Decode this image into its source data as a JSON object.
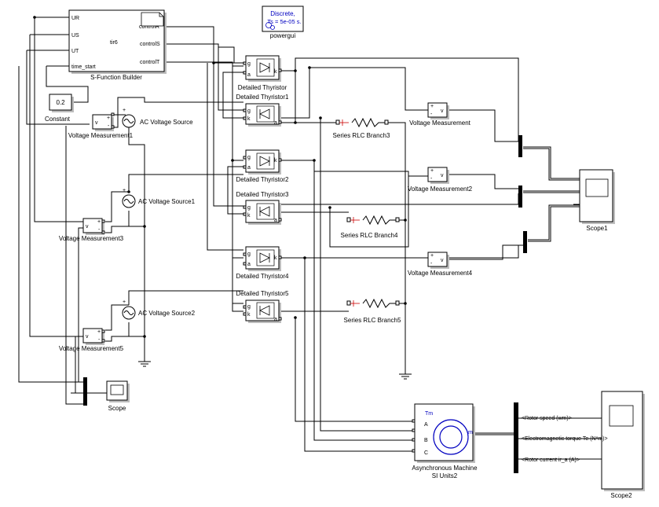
{
  "sfunction": {
    "inputs": [
      "UR",
      "US",
      "UT",
      "time_start"
    ],
    "outputs": [
      "controlR",
      "controlS",
      "controlT"
    ],
    "name": "tir6",
    "label": "S-Function Builder"
  },
  "powergui": {
    "line1": "Discrete,",
    "line2": "Ts = 5e-05 s.",
    "label": "powergui"
  },
  "constant": {
    "value": "0.2",
    "label": "Constant"
  },
  "sources": [
    "AC Voltage Source",
    "AC Voltage Source1",
    "AC Voltage Source2"
  ],
  "vm_left": [
    "Voltage Measurement1",
    "Voltage Measurement3",
    "Voltage Measurement5"
  ],
  "vm_right": [
    "Voltage Measurement",
    "Voltage Measurement2",
    "Voltage Measurement4"
  ],
  "thyristors": [
    "Detailed Thyristor",
    "Detailed Thyristor1",
    "Detailed Thyristor2",
    "Detailed Thyristor3",
    "Detailed Thyristor4",
    "Detailed Thyristor5"
  ],
  "rlc": [
    "Series RLC Branch3",
    "Series RLC Branch4",
    "Series RLC Branch5"
  ],
  "scopes": {
    "scope": "Scope",
    "scope1": "Scope1",
    "scope2": "Scope2"
  },
  "machine": {
    "label_line1": "Asynchronous Machine",
    "label_line2": "SI Units2",
    "ports_in": [
      "Tm",
      "A",
      "B",
      "C"
    ],
    "port_out": "m"
  },
  "bus_signals": [
    "<Rotor speed (wm)>",
    "<Electromagnetic torque Te (N*m)>",
    "<Rotor current ir_a (A)>"
  ],
  "port_labels": {
    "g": "g",
    "a": "a",
    "k": "k",
    "v": "v",
    "plus": "+",
    "minus": "-"
  },
  "colors": {
    "line": "#000000",
    "accent": "#0000c0",
    "shadow": "#bdbdbd"
  }
}
